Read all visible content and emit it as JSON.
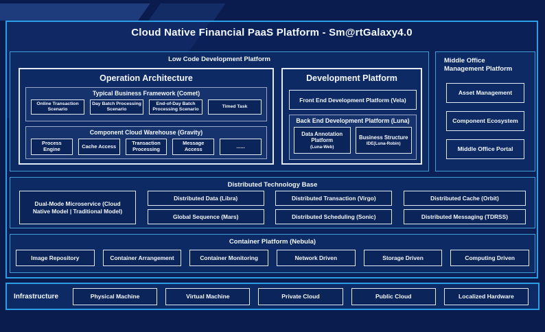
{
  "title": "Cloud Native Financial PaaS Platform - Sm@rtGalaxy4.0",
  "colors": {
    "accent_border": "#2b9fe8",
    "section_border": "#3f9fd8",
    "panel_border": "#97a9c6",
    "box_border": "#e3ebf7",
    "page_bg": "#0a1c4e",
    "section_bg": "#0d2a64",
    "panel_bg": "#17336e",
    "box_bg": "#0b2459"
  },
  "low_code": {
    "label": "Low Code Development Platform",
    "operation_architecture": {
      "title": "Operation Architecture",
      "comet": {
        "title": "Typical Business Framework (Comet)",
        "items": [
          "Online Transaction Scenario",
          "Day Batch Processing Scenario",
          "End-of-Day Batch Processing Scenario",
          "Timed Task"
        ]
      },
      "gravity": {
        "title": "Component Cloud Warehouse (Gravity)",
        "items": [
          "Process Engine",
          "Cache Access",
          "Transaction Processing",
          "Message Access",
          "......"
        ]
      }
    },
    "development_platform": {
      "title": "Development Platform",
      "front_end_label": "Front End Development Platform (Vela)",
      "back_end": {
        "title": "Back End Development Platform (Luna)",
        "items": [
          {
            "name": "Data Annotation Platform",
            "code": "(Luna-Web)"
          },
          {
            "name": "Business Structure",
            "code": "IDE(Luna-Robin)"
          }
        ]
      }
    }
  },
  "middle_office": {
    "label": "Middle Office Management Platform",
    "items": [
      "Asset Management",
      "Component Ecosystem",
      "Middle Office Portal"
    ]
  },
  "distributed_base": {
    "label": "Distributed Technology Base",
    "dual_mode_label": "Dual-Mode Microservice (Cloud Native Model | Traditional Model)",
    "col1": [
      "Distributed Data (Libra)",
      "Global Sequence (Mars)"
    ],
    "col2": [
      "Distributed Transaction (Virgo)",
      "Distributed Scheduling (Sonic)"
    ],
    "col3": [
      "Distributed Cache (Orbit)",
      "Distributed Messaging (TDRSS)"
    ]
  },
  "container_platform": {
    "label": "Container Platform (Nebula)",
    "items": [
      "Image Repository",
      "Container Arrangement",
      "Container Monitoring",
      "Network Driven",
      "Storage Driven",
      "Computing Driven"
    ]
  },
  "infrastructure": {
    "label": "Infrastructure",
    "items": [
      "Physical Machine",
      "Virtual Machine",
      "Private Cloud",
      "Public Cloud",
      "Localized Hardware"
    ]
  }
}
